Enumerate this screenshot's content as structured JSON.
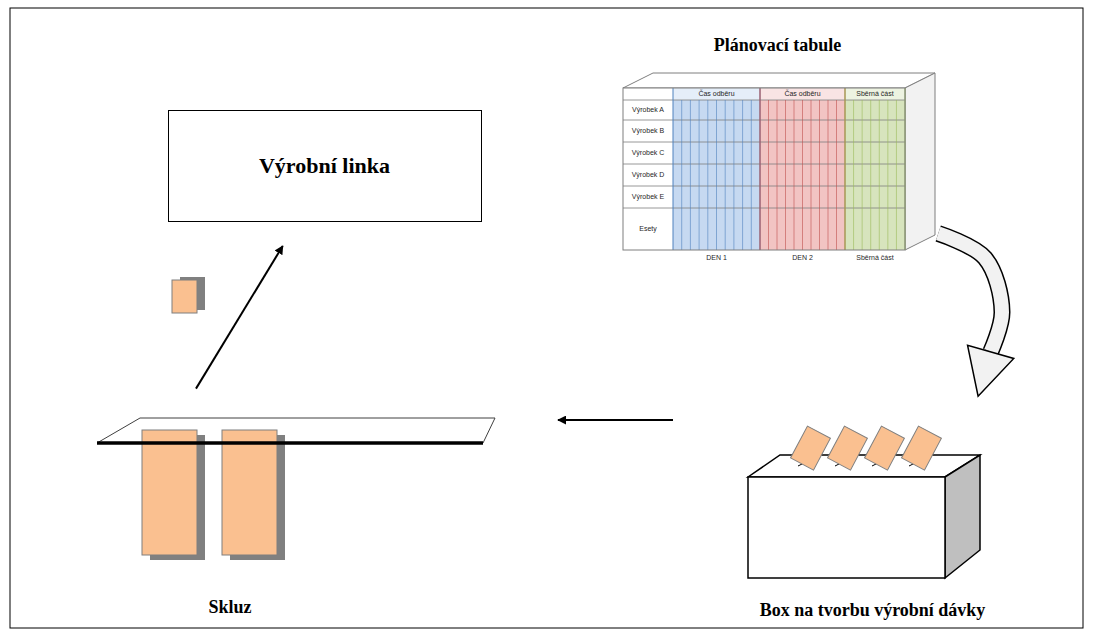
{
  "diagram": {
    "nodes": [
      {
        "text": [
          "Výrobní linka"
        ]
      },
      {
        "text": [
          "Plánovací tabule"
        ]
      },
      {
        "text": [
          "Skluz"
        ]
      },
      {
        "text": [
          "Box na tvorbu výrobní dávky"
        ]
      }
    ],
    "edges": [
      {
        "from": 1,
        "to": 3,
        "arrow": "to"
      },
      {
        "from": 3,
        "to": 2,
        "arrow": "to"
      },
      {
        "from": 2,
        "to": 0,
        "arrow": "to"
      }
    ],
    "labels": [
      "Čas odběru",
      "Čas odběru",
      "Sběrná část",
      "Výrobek A",
      "Výrobek B",
      "Výrobek C",
      "Výrobek D",
      "Výrobek E",
      "Esety",
      "DEN 1",
      "DEN 2",
      "Sběrná část"
    ]
  }
}
